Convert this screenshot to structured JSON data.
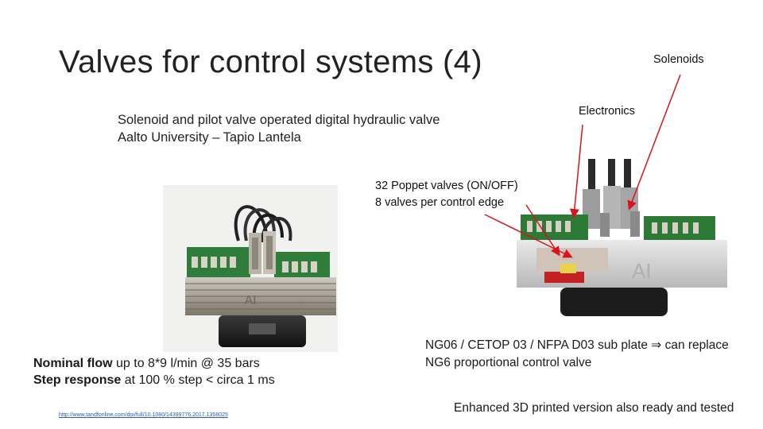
{
  "slide": {
    "title": "Valves for control systems (4)",
    "subtitle_line1": "Solenoid and pilot valve operated digital hydraulic valve",
    "subtitle_line2": "Aalto University – Tapio Lantela",
    "labels": {
      "solenoids": "Solenoids",
      "electronics": "Electronics",
      "poppet_line1": "32 Poppet valves (ON/OFF)",
      "poppet_line2": "8 valves per control edge"
    },
    "specs": {
      "flow_bold": "Nominal flow",
      "flow_rest": " up to 8*9 l/min @ 35 bars",
      "step_bold": "Step response",
      "step_rest": " at 100 % step < circa 1 ms"
    },
    "link": "http://www.tandfonline.com/doi/full/10.1080/14399776.2017.1358025",
    "subplate_line1": "NG06 / CETOP 03 / NFPA D03 sub plate ⇒ can replace",
    "subplate_line2": "NG6 proportional control valve",
    "enhanced": "Enhanced 3D printed version also ready and tested",
    "photo_left_mark": "AI",
    "photo_right_mark": "AI",
    "arrow_color": "#d9141b"
  }
}
